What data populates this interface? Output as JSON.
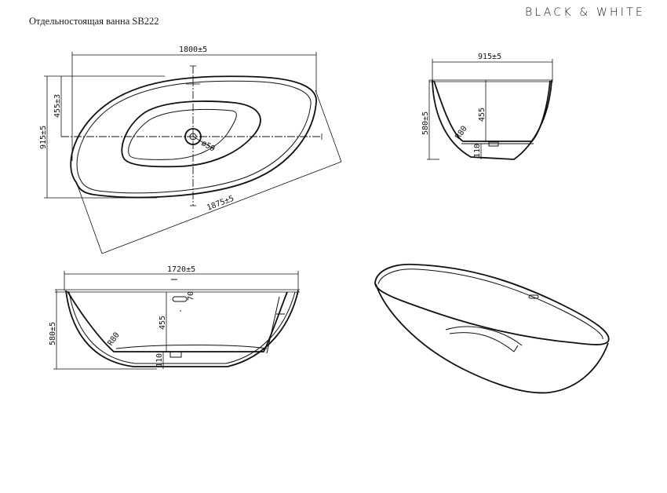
{
  "header": {
    "title": "Отдельностоящая ванна SB222",
    "brand": "BLACK & WHITE"
  },
  "views": {
    "plan": {
      "name": "top-view",
      "dims": {
        "length": "1800±5",
        "width": "915±5",
        "half_width": "455±3",
        "diagonal": "1875±5",
        "drain_diameter": "ø50"
      }
    },
    "end": {
      "name": "end-section-view",
      "dims": {
        "width": "915±5",
        "height": "580±5",
        "depth": "455",
        "radius": "R80",
        "base": "110"
      }
    },
    "side": {
      "name": "side-section-view",
      "dims": {
        "length": "1720±5",
        "height": "580±5",
        "depth": "455",
        "radius": "R80",
        "base": "110",
        "overflow": "70"
      }
    },
    "iso": {
      "name": "isometric-view"
    }
  },
  "colors": {
    "line": "#111111",
    "background": "#ffffff"
  }
}
